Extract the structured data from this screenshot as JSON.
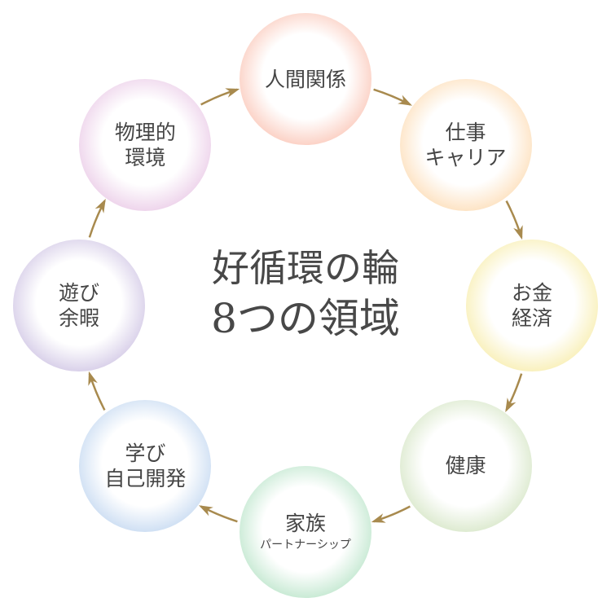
{
  "title": {
    "line1": "好循環の輪",
    "line2": "8つの領域"
  },
  "arrow_color": "#a88a4e",
  "nodes": [
    {
      "id": "relationships",
      "lines": [
        "人間関係"
      ],
      "color": "#f8a48c"
    },
    {
      "id": "work",
      "lines": [
        "仕事",
        "キャリア"
      ],
      "color": "#fbc88a"
    },
    {
      "id": "money",
      "lines": [
        "お金",
        "経済"
      ],
      "color": "#f3e27a"
    },
    {
      "id": "health",
      "lines": [
        "健康"
      ],
      "color": "#bcd6a2"
    },
    {
      "id": "family",
      "lines": [
        "家族"
      ],
      "sub": "パートナーシップ",
      "color": "#92d5aa"
    },
    {
      "id": "learning",
      "lines": [
        "学び",
        "自己開発"
      ],
      "color": "#9fc0e8"
    },
    {
      "id": "play",
      "lines": [
        "遊び",
        "余暇"
      ],
      "color": "#b3a2d4"
    },
    {
      "id": "environment",
      "lines": [
        "物理的",
        "環境"
      ],
      "color": "#ddaad8"
    }
  ]
}
